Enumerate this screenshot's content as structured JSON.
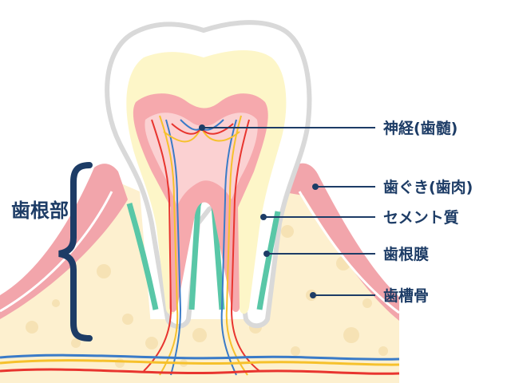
{
  "labels": {
    "nerve": "神経(歯髄)",
    "gum": "歯ぐき(歯肉)",
    "cementum": "セメント質",
    "ligament": "歯根膜",
    "bone": "歯槽骨",
    "root": "歯根部"
  },
  "colors": {
    "label_text": "#1d3c66",
    "leader_line": "#1d3c66",
    "enamel": "#ffffff",
    "enamel_outline": "#d9d9d9",
    "dentin": "#fdf6c8",
    "pulp": "#f6a9ad",
    "pulp_inner": "#fbd1d2",
    "gum": "#f2a5ab",
    "cementum": "#59c7a7",
    "bone": "#fdf0cf",
    "bone_spots": "#f6e2b4",
    "nerve_red": "#e8352f",
    "nerve_yellow": "#f6c12c",
    "nerve_blue": "#3a7bc8"
  }
}
